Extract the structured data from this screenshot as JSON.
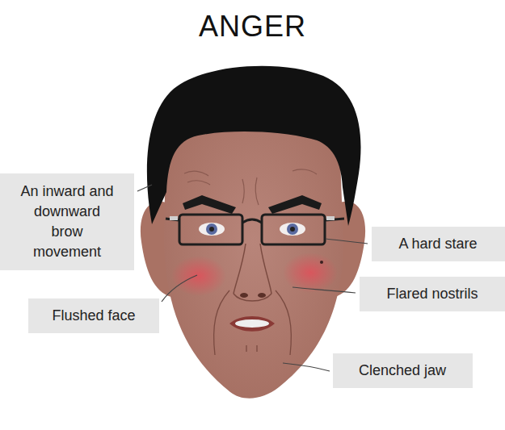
{
  "diagram": {
    "title": "ANGER",
    "nodes": [
      {
        "text": [
          "An inward and downward brow movement"
        ]
      },
      {
        "text": [
          "A hard stare"
        ]
      },
      {
        "text": [
          "Flared nostrils"
        ]
      },
      {
        "text": [
          "Flushed face"
        ]
      },
      {
        "text": [
          "Clenched jaw"
        ]
      }
    ]
  }
}
